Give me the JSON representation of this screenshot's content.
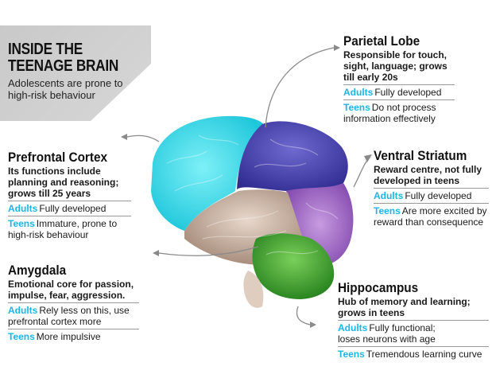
{
  "header": {
    "title_line1": "INSIDE THE",
    "title_line2": "TEENAGE BRAIN",
    "subtitle_line1": "Adolescents are prone to",
    "subtitle_line2": "high-risk behaviour"
  },
  "colors": {
    "prefrontal": "#2fd3e6",
    "parietal": "#4a3fb0",
    "striatum": "#9c5fc0",
    "temporal": "#b8a08f",
    "hippocampus": "#3a9a2a",
    "tag": "#19b6e6"
  },
  "regions": {
    "parietal": {
      "title": "Parietal Lobe",
      "desc": [
        "Responsible for touch,",
        "sight, language; grows",
        "till early 20s"
      ],
      "adults_tag": "Adults",
      "adults": "Fully developed",
      "teens_tag": "Teens",
      "teens": [
        "Do not process",
        "information effectively"
      ]
    },
    "prefrontal": {
      "title": "Prefrontal Cortex",
      "desc": [
        "Its functions include",
        "planning and reasoning;",
        "grows till 25 years"
      ],
      "adults_tag": "Adults",
      "adults": "Fully developed",
      "teens_tag": "Teens",
      "teens": [
        "Immature, prone to",
        "high-risk behaviour"
      ]
    },
    "striatum": {
      "title": "Ventral Striatum",
      "desc": [
        "Reward centre, not fully",
        "developed in teens"
      ],
      "adults_tag": "Adults",
      "adults": "Fully developed",
      "teens_tag": "Teens",
      "teens": [
        "Are more excited by",
        "reward than consequence"
      ]
    },
    "amygdala": {
      "title": "Amygdala",
      "desc": [
        "Emotional core for passion,",
        "impulse, fear, aggression."
      ],
      "adults_tag": "Adults",
      "adults": [
        "Rely less on this, use",
        "prefrontal cortex more"
      ],
      "teens_tag": "Teens",
      "teens": "More impulsive"
    },
    "hippocampus": {
      "title": "Hippocampus",
      "desc": [
        "Hub of memory and learning;",
        "grows in teens"
      ],
      "adults_tag": "Adults",
      "adults": [
        "Fully functional;",
        "loses neurons with age"
      ],
      "teens_tag": "Teens",
      "teens": "Tremendous learning curve"
    }
  }
}
